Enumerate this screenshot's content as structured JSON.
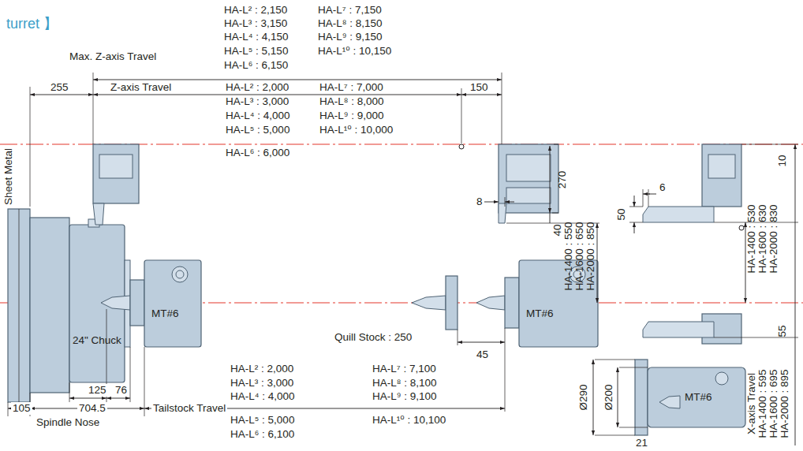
{
  "diagram": {
    "labels": [
      "turret 】",
      "HA-L² : 2,150",
      "HA-L⁷ : 7,150",
      "HA-L³ : 3,150",
      "HA-L⁸ : 8,150",
      "HA-L⁴ : 4,150",
      "HA-L⁹ : 9,150",
      "Max. Z-axis Travel",
      "HA-L⁵ : 5,150",
      "HA-L¹⁰ : 10,150",
      "HA-L⁶ : 6,150",
      "HA-L² : 2,000",
      "HA-L⁷ : 7,000",
      "255",
      "Z-axis Travel",
      "HA-L³ : 3,000",
      "HA-L⁸ : 8,000",
      "150",
      "HA-L⁴ : 4,000",
      "HA-L⁹ : 9,000",
      "HA-L⁵ : 5,000",
      "HA-L¹⁰ : 10,000",
      "HA-L⁶ : 6,000",
      "Sheet Metal",
      "270",
      "8",
      "6",
      "10",
      "50",
      "40",
      "HA-1400 : 550",
      "HA-1600 : 650",
      "HA-2000 : 850",
      "HA-1400 : 530",
      "HA-1600 : 630",
      "HA-2000 : 830",
      "MT#6",
      "MT#6",
      "55",
      "24\" Chuck",
      "Quill Stock : 250",
      "45",
      "Ø290",
      "Ø200",
      "MT#6",
      "HA-L² : 2,000",
      "HA-L⁷ : 7,100",
      "HA-L³ : 3,000",
      "HA-L⁸ : 8,100",
      "HA-L⁴ : 4,000",
      "HA-L⁹ : 9,100",
      "X-axis Travel",
      "HA-1400 : 595",
      "HA-1600 : 695",
      "HA-2000 : 895",
      "125",
      "76",
      "105",
      "704.5",
      "Tailstock Travel",
      "HA-L⁵ : 5,000",
      "HA-L¹⁰ : 10,100",
      "Spindle Nose",
      "HA-L⁶ : 6,100",
      "21"
    ]
  }
}
